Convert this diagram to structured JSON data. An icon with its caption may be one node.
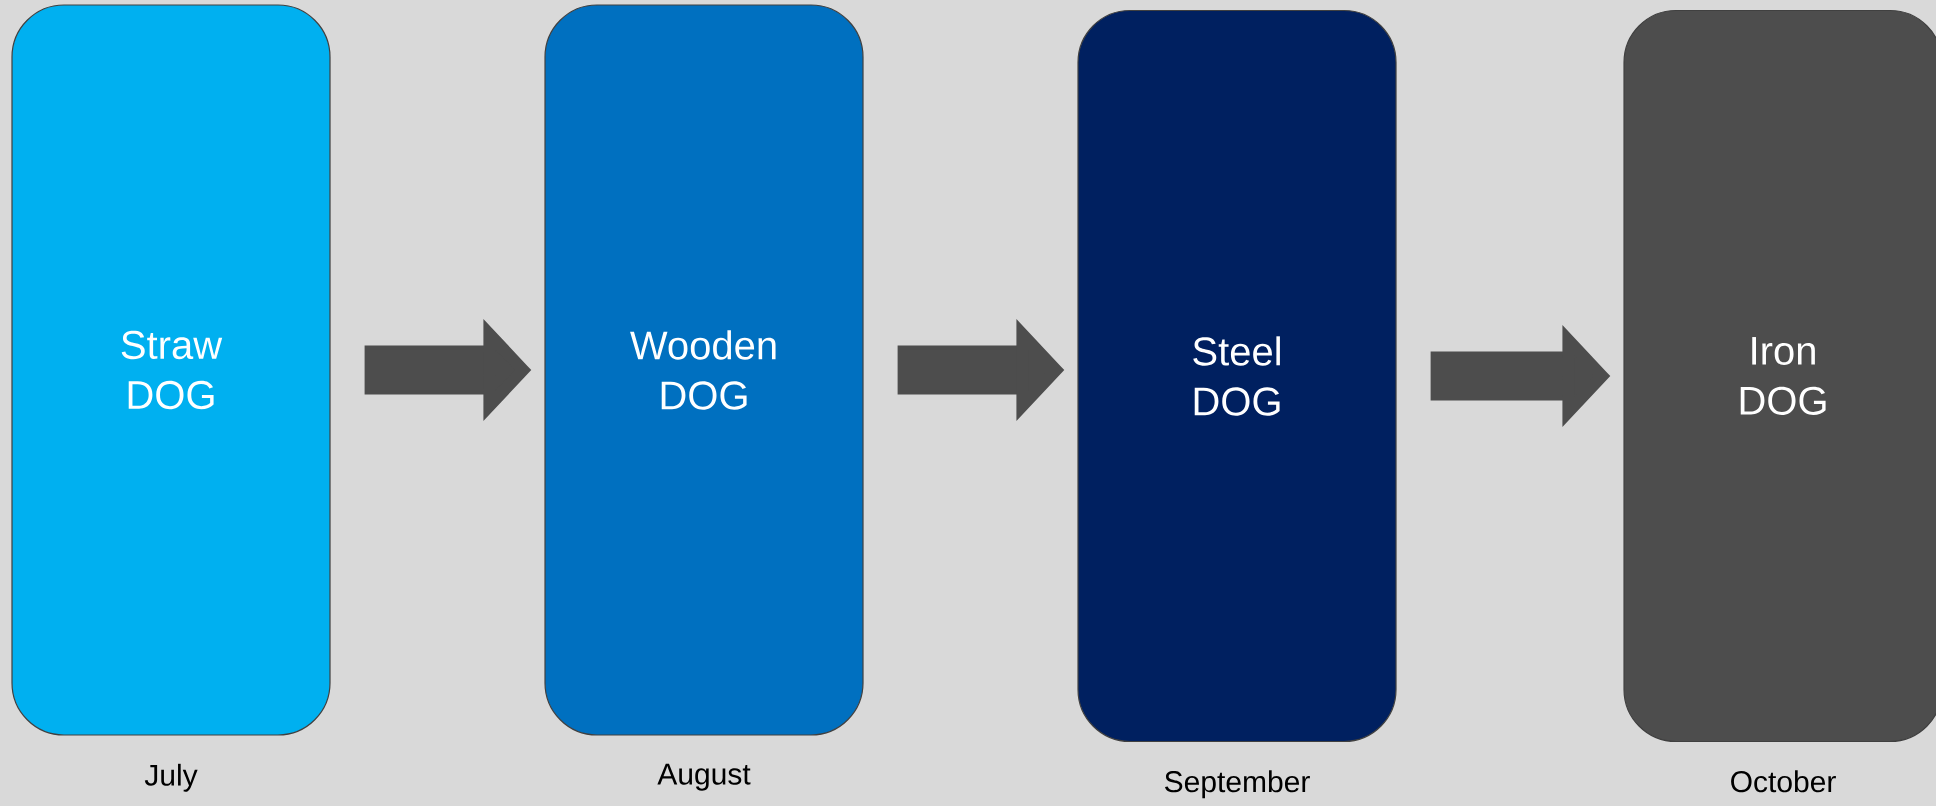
{
  "diagram": {
    "nodes": [
      {
        "text": [
          "Straw DOG"
        ],
        "beside": [
          "July"
        ]
      },
      {
        "text": [
          "Wooden DOG"
        ],
        "beside": [
          "August"
        ]
      },
      {
        "text": [
          "Steel DOG"
        ],
        "beside": [
          "September"
        ]
      },
      {
        "text": [
          "Iron DOG"
        ],
        "beside": [
          "October"
        ]
      }
    ],
    "edges": [
      {
        "from": 0,
        "to": 1,
        "arrow": "to"
      },
      {
        "from": 1,
        "to": 2,
        "arrow": "to"
      },
      {
        "from": 2,
        "to": 3,
        "arrow": "to"
      }
    ]
  }
}
